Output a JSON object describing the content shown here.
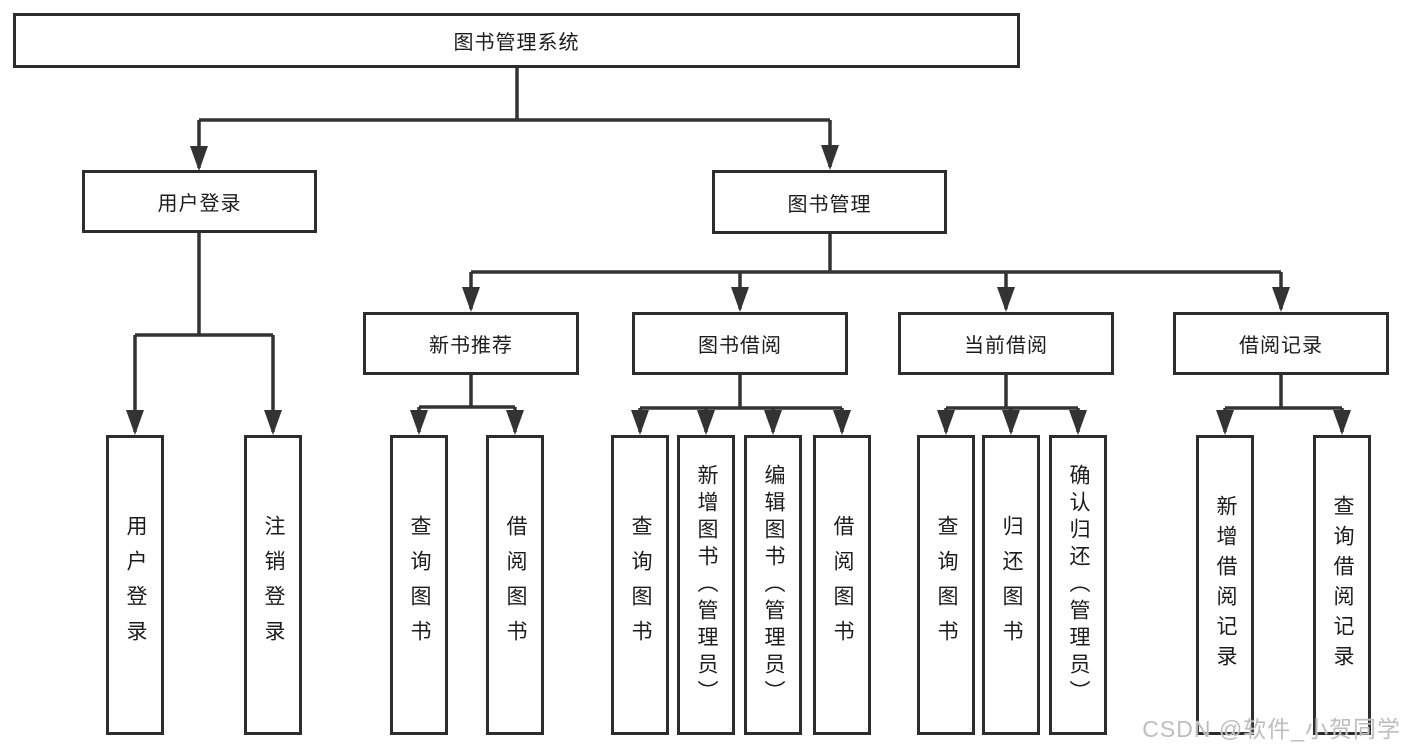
{
  "diagram": {
    "root_label": "图书管理系统",
    "level2": {
      "user_login": "用户登录",
      "book_mgmt": "图书管理"
    },
    "level3": {
      "new_book": "新书推荐",
      "book_borrow": "图书借阅",
      "current_borrow": "当前借阅",
      "borrow_record": "借阅记录"
    },
    "leaves": {
      "a1": "用户登录",
      "a2": "注销登录",
      "b1": "查询图书",
      "b2": "借阅图书",
      "c1": "查询图书",
      "c2": "新增图书（管理员）",
      "c3": "编辑图书（管理员）",
      "c4": "借阅图书",
      "d1": "查询图书",
      "d2": "归还图书",
      "d3": "确认归还（管理员）",
      "e1": "新增借阅记录",
      "e2": "查询借阅记录"
    },
    "watermark": "CSDN @软件_小贺同学",
    "colors": {
      "line": "#333333",
      "box_border": "#2d2d2d",
      "text": "#1c1c1c",
      "watermark": "#b8b8b8",
      "background": "#ffffff"
    }
  }
}
